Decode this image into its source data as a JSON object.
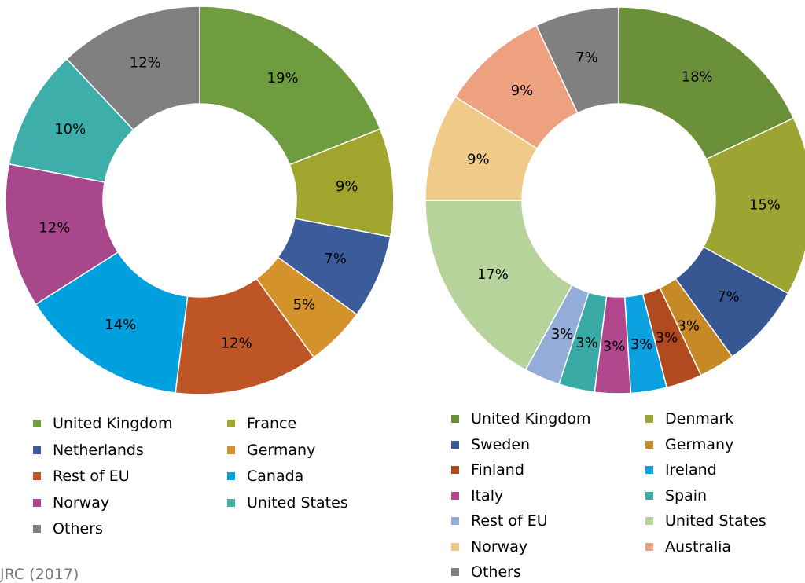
{
  "chart_data": [
    {
      "type": "pie",
      "donut": true,
      "categories": [
        "United Kingdom",
        "France",
        "Netherlands",
        "Germany",
        "Rest of EU",
        "Canada",
        "Norway",
        "United States",
        "Others"
      ],
      "values": [
        19,
        9,
        7,
        5,
        12,
        14,
        12,
        10,
        12
      ],
      "labels": [
        "19%",
        "9%",
        "7%",
        "5%",
        "12%",
        "14%",
        "12%",
        "10%",
        "12%"
      ],
      "colors": [
        "#6f9c3f",
        "#a1a52d",
        "#3c5b9a",
        "#d4922b",
        "#bd5526",
        "#00a0df",
        "#a8478c",
        "#3eaeaa",
        "#808080"
      ],
      "slice_order": [
        0,
        1,
        2,
        3,
        4,
        5,
        6,
        7,
        8
      ],
      "legend_order": [
        0,
        1,
        2,
        3,
        4,
        5,
        6,
        7,
        8
      ],
      "legend_position": "bottom"
    },
    {
      "type": "pie",
      "donut": true,
      "categories": [
        "United Kingdom",
        "Denmark",
        "Sweden",
        "Germany",
        "Finland",
        "Ireland",
        "Italy",
        "Spain",
        "Rest of EU",
        "United States",
        "Norway",
        "Australia",
        "Others"
      ],
      "values": [
        18,
        15,
        7,
        3,
        3,
        3,
        3,
        3,
        3,
        17,
        9,
        9,
        7
      ],
      "labels": [
        "18%",
        "15%",
        "7%",
        "3%",
        "3%",
        "3%",
        "3%",
        "3%",
        "3%",
        "17%",
        "9%",
        "9%",
        "7%"
      ],
      "colors": [
        "#6a913a",
        "#9da431",
        "#375792",
        "#c78925",
        "#b24a1f",
        "#0ba0df",
        "#b3478e",
        "#3aaaa6",
        "#94acd8",
        "#b5d39a",
        "#efca89",
        "#eea17f",
        "#808080"
      ],
      "slice_order": [
        0,
        1,
        2,
        3,
        4,
        5,
        6,
        7,
        8,
        9,
        10,
        11,
        12
      ],
      "legend_order": [
        0,
        1,
        2,
        3,
        4,
        5,
        6,
        7,
        8,
        9,
        10,
        11,
        12
      ],
      "legend_position": "bottom"
    }
  ],
  "source": "JRC (2017)"
}
